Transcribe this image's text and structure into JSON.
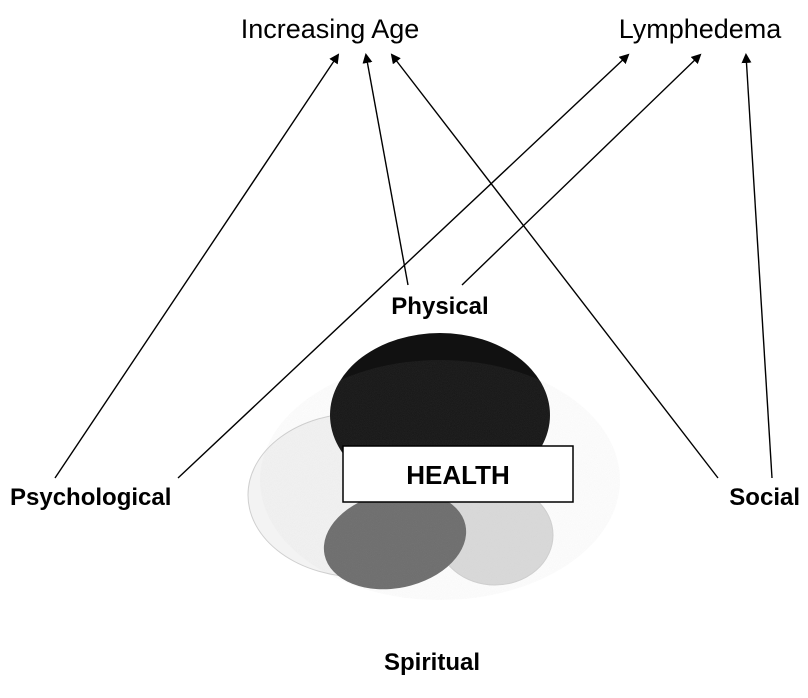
{
  "labels": {
    "increasing_age": "Increasing Age",
    "lymphedema": "Lymphedema",
    "physical": "Physical",
    "psychological": "Psychological",
    "social": "Social",
    "spiritual": "Spiritual",
    "health": "HEALTH"
  },
  "colors": {
    "line": "#000000",
    "physical_ellipse": "#111111",
    "psychological_ellipse": "#f2f2f2",
    "spiritual_ellipse": "#6e6e6e",
    "social_ellipse": "#dcdcdc",
    "health_box_fill": "#ffffff"
  }
}
